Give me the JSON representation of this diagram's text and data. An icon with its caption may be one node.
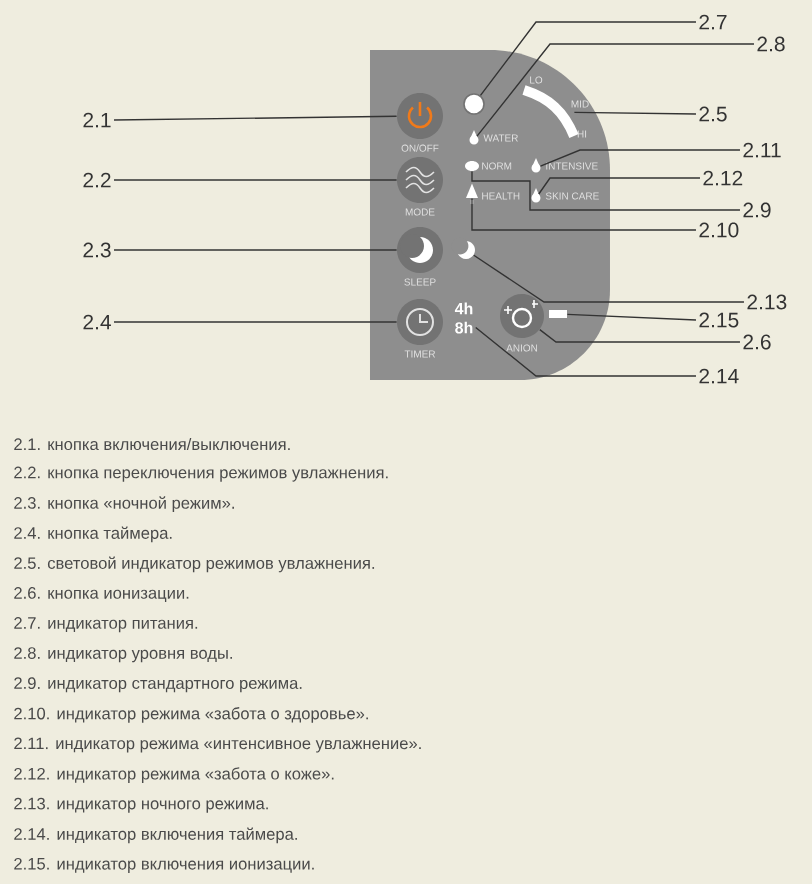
{
  "diagram": {
    "nodes": [
      {
        "text": [
          "2.1"
        ]
      },
      {
        "text": [
          "2.2"
        ]
      },
      {
        "text": [
          "2.3"
        ]
      },
      {
        "text": [
          "2.4"
        ]
      },
      {
        "text": [
          "2.5"
        ]
      },
      {
        "text": [
          "2.6"
        ]
      },
      {
        "text": [
          "2.7"
        ]
      },
      {
        "text": [
          "2.8"
        ]
      },
      {
        "text": [
          "2.9"
        ]
      },
      {
        "text": [
          "2.10"
        ]
      },
      {
        "text": [
          "2.11"
        ]
      },
      {
        "text": [
          "2.12"
        ]
      },
      {
        "text": [
          "2.13"
        ]
      },
      {
        "text": [
          "2.14"
        ]
      },
      {
        "text": [
          "2.15"
        ]
      },
      {
        "text": [],
        "shape": "circle",
        "beside": [
          "ON/OFF"
        ]
      },
      {
        "text": [],
        "shape": "circle",
        "beside": [
          "MODE"
        ]
      },
      {
        "text": [],
        "shape": "circle",
        "beside": [
          "SLEEP"
        ]
      },
      {
        "text": [],
        "shape": "circle",
        "beside": [
          "TIMER"
        ]
      },
      {
        "text": [],
        "shape": "bar",
        "beside": [
          "LO",
          "MID",
          "HI"
        ]
      },
      {
        "text": [],
        "shape": "circle",
        "beside": [
          "ANION"
        ]
      },
      {
        "text": [],
        "shape": "circle"
      },
      {
        "text": [],
        "shape": "drop",
        "beside": [
          "WATER"
        ]
      },
      {
        "text": [],
        "shape": "cloud",
        "beside": [
          "NORM"
        ]
      },
      {
        "text": [],
        "shape": "tree",
        "beside": [
          "HEALTH"
        ]
      },
      {
        "text": [],
        "shape": "drop",
        "beside": [
          "INTENSIVE"
        ]
      },
      {
        "text": [],
        "shape": "drop",
        "beside": [
          "SKIN CARE"
        ]
      },
      {
        "text": [],
        "shape": "moon"
      },
      {
        "text": [
          "4h",
          "8h"
        ]
      },
      {
        "text": [],
        "shape": "bar"
      }
    ],
    "edges": [
      {
        "from": 0,
        "to": 15,
        "arrow": "none"
      },
      {
        "from": 1,
        "to": 16,
        "arrow": "none"
      },
      {
        "from": 2,
        "to": 17,
        "arrow": "none"
      },
      {
        "from": 3,
        "to": 18,
        "arrow": "none"
      },
      {
        "from": 4,
        "to": 19,
        "arrow": "none"
      },
      {
        "from": 5,
        "to": 20,
        "arrow": "none"
      },
      {
        "from": 6,
        "to": 21,
        "arrow": "none"
      },
      {
        "from": 7,
        "to": 22,
        "arrow": "none"
      },
      {
        "from": 8,
        "to": 23,
        "arrow": "none"
      },
      {
        "from": 9,
        "to": 24,
        "arrow": "none"
      },
      {
        "from": 10,
        "to": 25,
        "arrow": "none"
      },
      {
        "from": 11,
        "to": 26,
        "arrow": "none"
      },
      {
        "from": 12,
        "to": 27,
        "arrow": "none"
      },
      {
        "from": 13,
        "to": 28,
        "arrow": "none"
      },
      {
        "from": 14,
        "to": 29,
        "arrow": "none"
      }
    ],
    "labels": [
      "2.1. кнопка включения/выключения.",
      "2.2. кнопка переключения режимов увлажнения.",
      "2.3. кнопка «ночной режим».",
      "2.4. кнопка таймера.",
      "2.5. световой индикатор режимов увлажнения.",
      "2.6. кнопка ионизации.",
      "2.7. индикатор питания.",
      "2.8. индикатор уровня воды.",
      "2.9. индикатор стандартного режима.",
      "2.10. индикатор режима «забота о здоровье».",
      "2.11. индикатор режима «интенсивное увлажнение».",
      "2.12. индикатор режима «забота о коже».",
      "2.13. индикатор ночного режима.",
      "2.14. индикатор включения таймера.",
      "2.15. индикатор включения ионизации."
    ]
  }
}
